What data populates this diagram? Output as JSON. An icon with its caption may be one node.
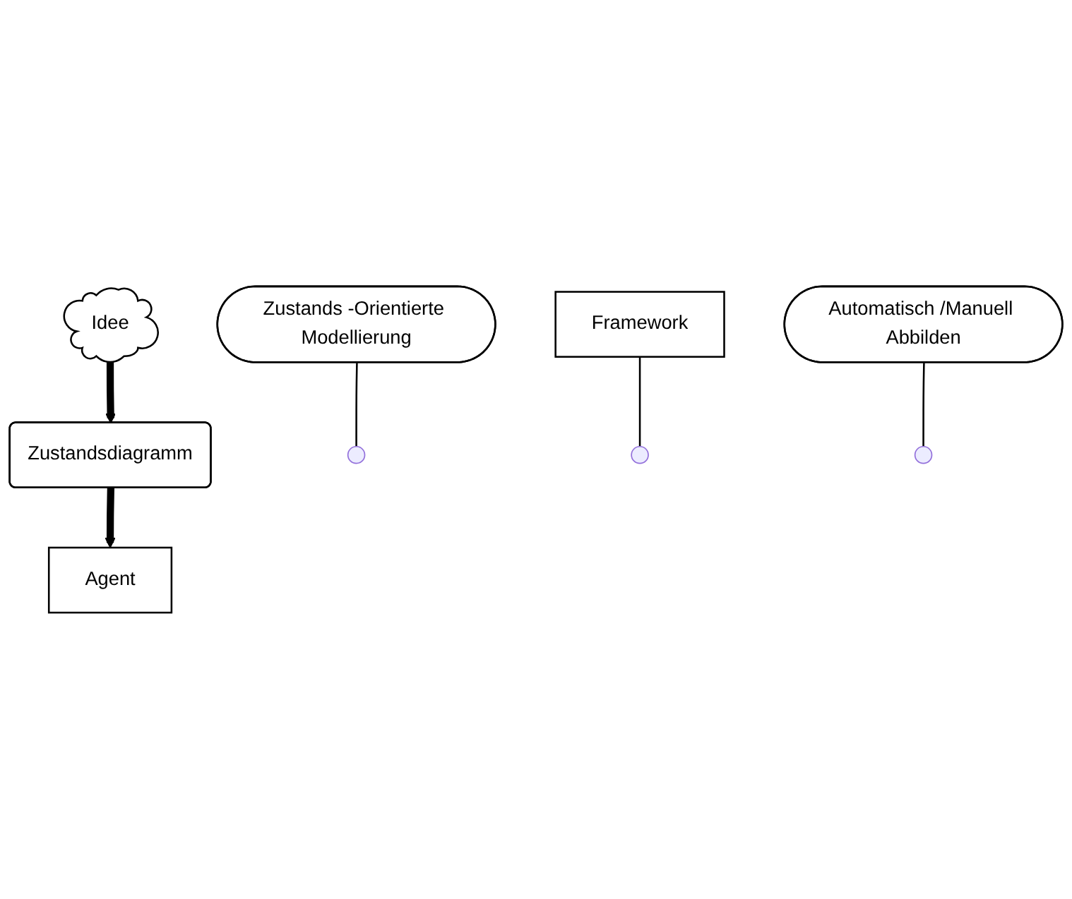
{
  "diagram": {
    "nodes": [
      {
        "text": [
          "Idee"
        ]
      },
      {
        "text": [
          "Zustands -Orientierte Modellierung"
        ]
      },
      {
        "text": [
          "Zustandsdiagramm"
        ]
      },
      {
        "text": [
          "Framework"
        ]
      },
      {
        "text": [
          "Automatisch /Manuell Abbilden"
        ]
      },
      {
        "text": [
          "Agent"
        ]
      }
    ],
    "edges": [
      {
        "from": 0,
        "to": 2,
        "arrow": "to",
        "style": "thick"
      },
      {
        "from": 1,
        "to": null,
        "arrow": "none"
      },
      {
        "from": 2,
        "to": 5,
        "arrow": "to",
        "style": "thick"
      },
      {
        "from": 3,
        "to": null,
        "arrow": "none"
      },
      {
        "from": 4,
        "to": null,
        "arrow": "none"
      }
    ]
  }
}
